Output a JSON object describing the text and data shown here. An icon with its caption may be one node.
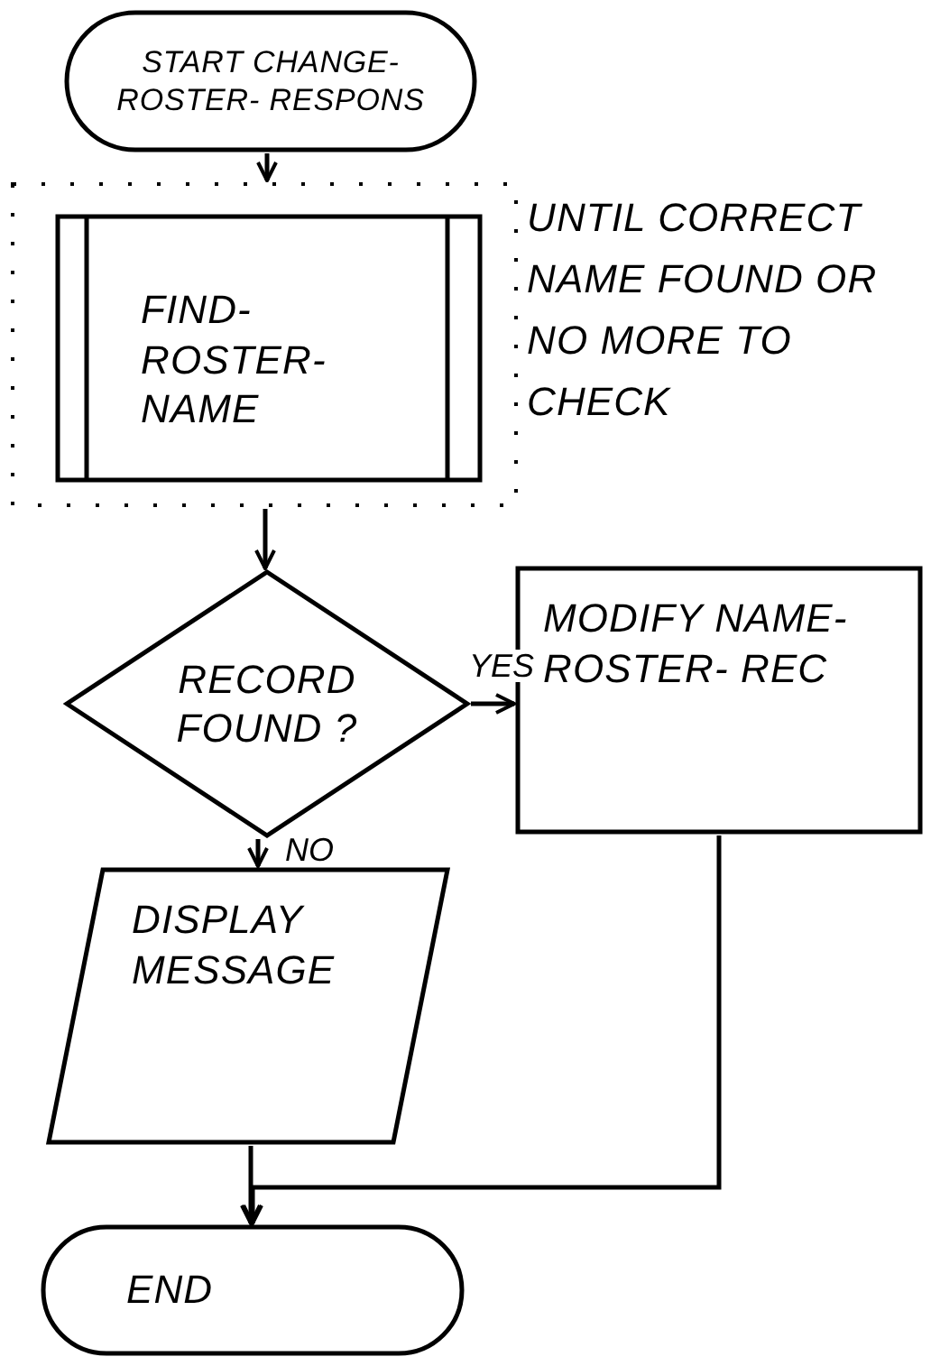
{
  "diagram": {
    "nodes": [
      {
        "text": [
          "START CHANGE-ROSTER- RESPONS"
        ]
      },
      {
        "text": [],
        "shape": "box",
        "beside": [
          "UNTIL CORRECT NAME FOUND OR NO MORE TO CHECK"
        ]
      },
      {
        "text": [
          "FIND- ROSTER- NAME"
        ],
        "in": 1
      },
      {
        "text": [
          "RECORD FOUND ?"
        ]
      },
      {
        "text": [
          "MODIFY NAME- ROSTER- REC"
        ]
      },
      {
        "text": [
          "DISPLAY MESSAGE"
        ]
      },
      {
        "text": [
          "END"
        ]
      }
    ],
    "edges": [
      {
        "from": 0,
        "to": 1,
        "arrow": "to"
      },
      {
        "from": 1,
        "to": 3,
        "arrow": "to"
      },
      {
        "from": 3,
        "to": 4,
        "arrow": "to",
        "label": "YES"
      },
      {
        "from": 3,
        "to": 5,
        "arrow": "to",
        "label": "NO"
      },
      {
        "from": 4,
        "to": 6,
        "arrow": "to"
      },
      {
        "from": 5,
        "to": 6,
        "arrow": "to"
      }
    ]
  }
}
